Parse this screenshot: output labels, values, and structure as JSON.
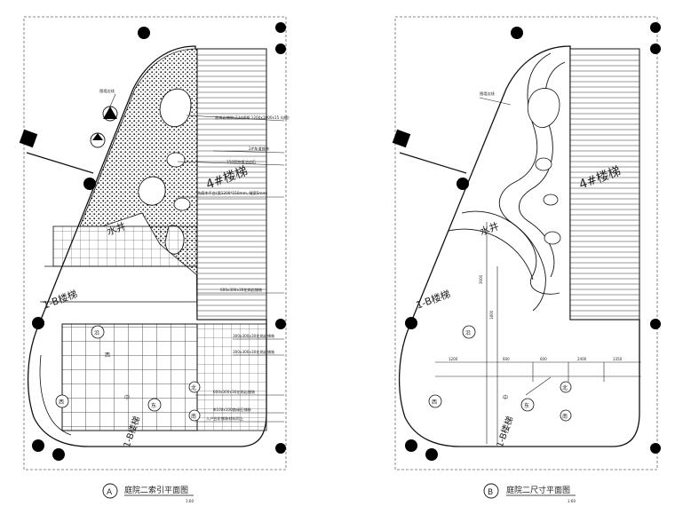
{
  "panel_a": {
    "tower_label": "4#楼梯",
    "tower_label_short": "4#楼梯",
    "stair_top_label": "1-B楼梯",
    "stair_bottom_label": "1-B楼梯",
    "water_label": "水井",
    "circle_1": "沿",
    "circle_2": "西",
    "circle_3": "东",
    "circle_4": "北",
    "circle_5": "南",
    "circle_6": "西",
    "circle_7": "中",
    "left_note": "围墙边线",
    "notes": [
      "花岗岩铺装(石材规格:1200x1000x15 勾缝)",
      "2#车道铺装",
      "150宽种植池边石",
      "防腐木平台(宽1200*150mm, 缝宽5mm)",
      "600x300x30花岗岩铺装",
      "300x300x30花岗岩铺装",
      "300x300x30花岗岩铺装",
      "600x300x30花岗岩铺装",
      "Φ100x100路缘石铺装",
      "入户台阶铺装材料同上"
    ],
    "caption_letter": "A",
    "caption_title": "庭院二索引平面图",
    "caption_scale": "1:60"
  },
  "panel_b": {
    "tower_label": "4#楼梯",
    "stair_top_label": "1-B楼梯",
    "stair_bottom_label": "1-B楼梯",
    "water_label": "水井",
    "left_note": "围墙边线",
    "circle_1": "沿",
    "circle_2": "西",
    "circle_3": "东",
    "circle_4": "北",
    "circle_5": "南",
    "circle_6": "中",
    "dims": [
      "1200",
      "600",
      "600",
      "2400",
      "1350",
      "3000",
      "1800"
    ],
    "caption_letter": "B",
    "caption_title": "庭院二尺寸平面图",
    "caption_scale": "1:60"
  }
}
